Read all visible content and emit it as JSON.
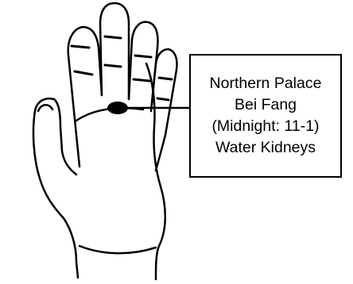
{
  "diagram": {
    "label": {
      "line1": "Northern Palace",
      "line2": "Bei Fang",
      "line3": "(Midnight: 11-1)",
      "line4": "Water Kidneys"
    },
    "colors": {
      "ink": "#000000",
      "background": "#ffffff"
    },
    "icons": [
      "hand-palm-illustration",
      "acupoint-dot"
    ]
  }
}
